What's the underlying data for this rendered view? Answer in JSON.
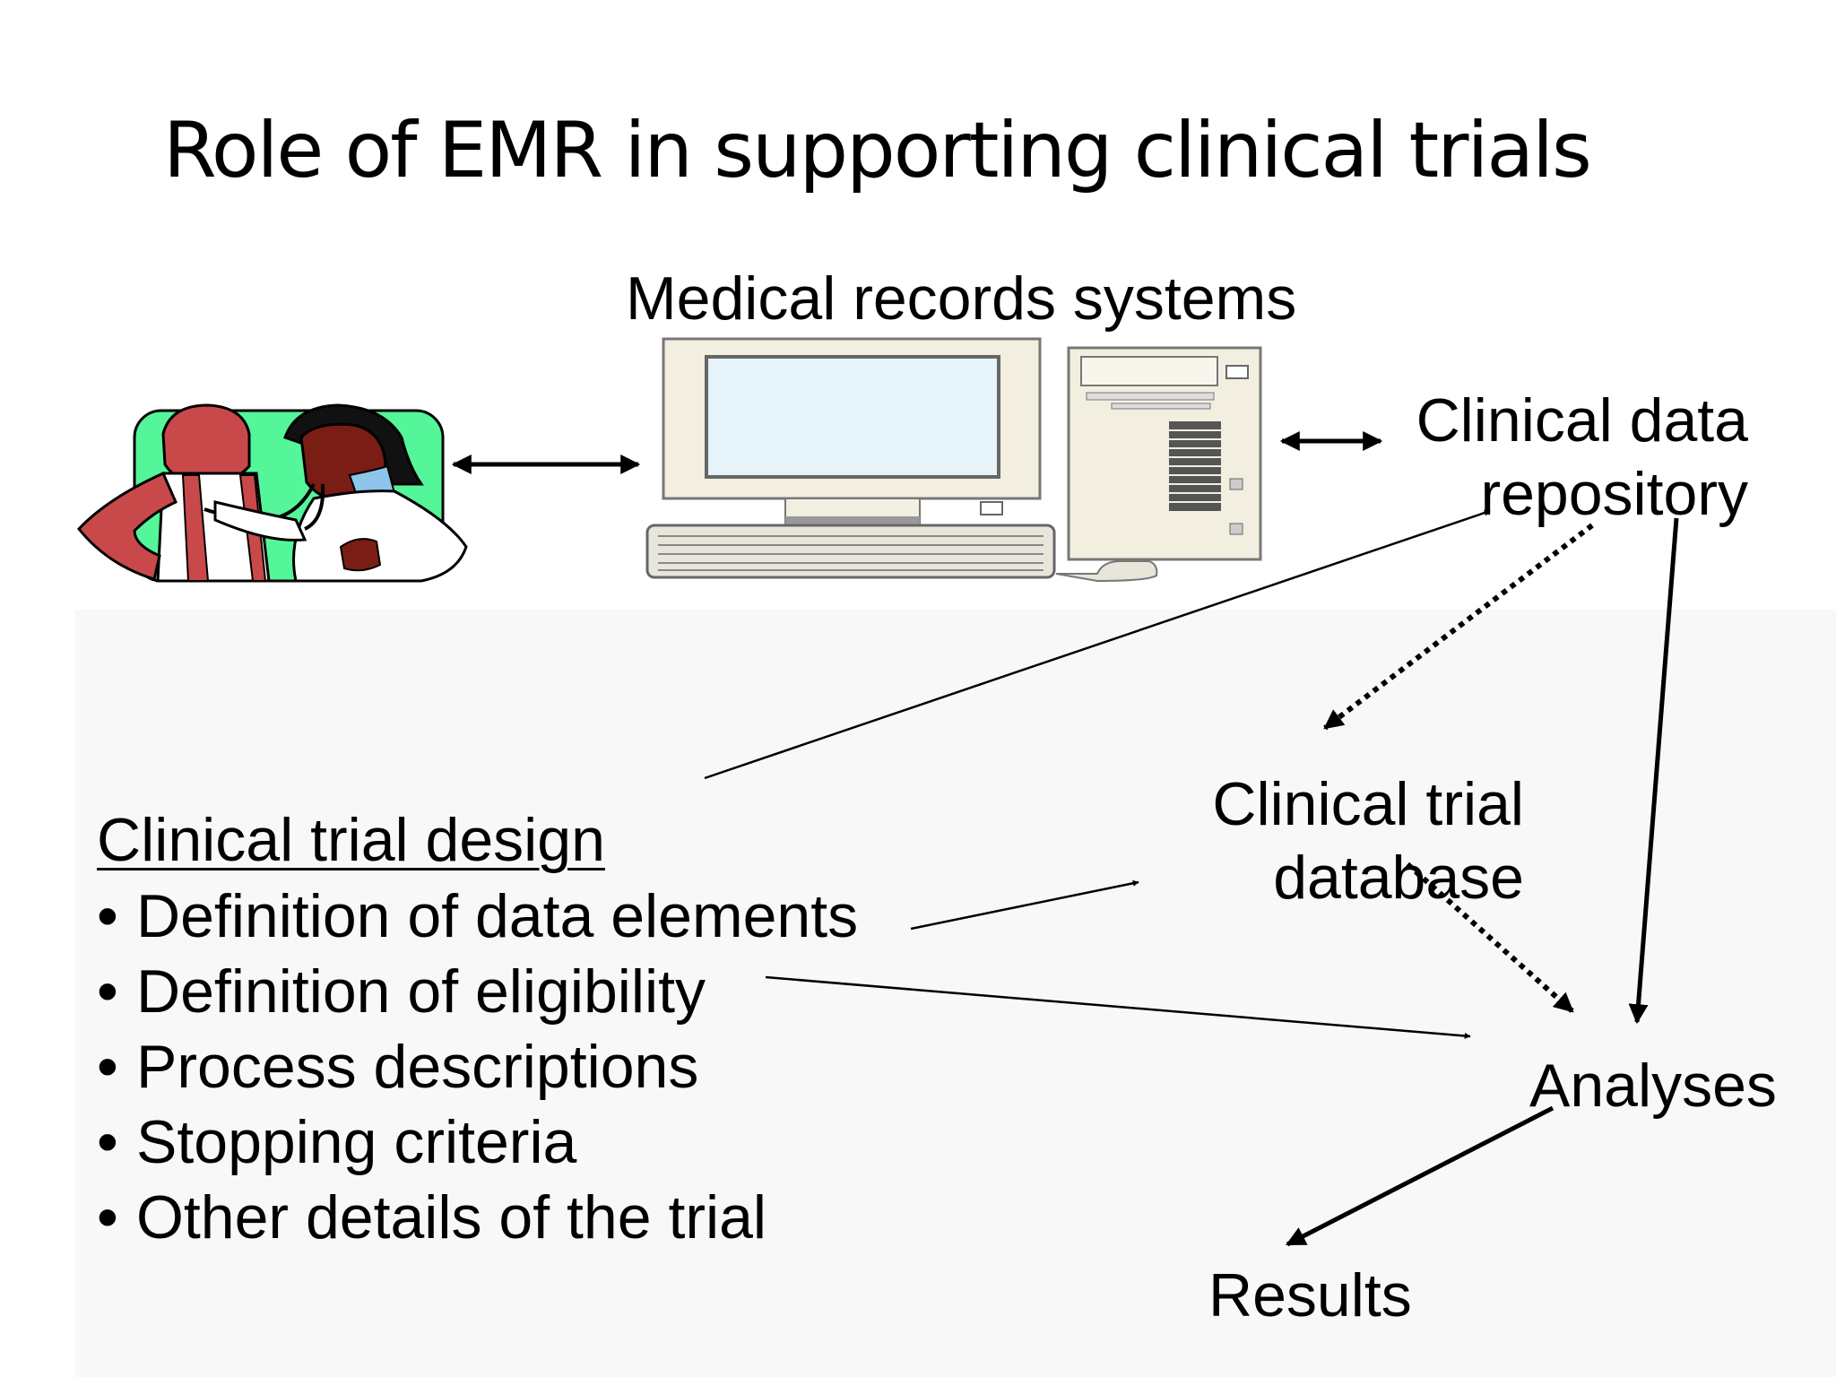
{
  "title": "Role of EMR in supporting clinical trials",
  "nodes": {
    "medical_records": "Medical records systems",
    "repository_line1": "Clinical data",
    "repository_line2": "repository",
    "trial_db_line1": "Clinical trial",
    "trial_db_line2": "database",
    "analyses": "Analyses",
    "results": "Results"
  },
  "design": {
    "heading": "Clinical trial design",
    "items": [
      "Definition of data elements",
      "Definition of eligibility",
      "Process descriptions",
      "Stopping criteria",
      "Other details of the trial"
    ]
  },
  "icons": [
    "doctor-patient-icon",
    "desktop-computer-icon"
  ],
  "colors": {
    "clipart_green": "#55f59a",
    "clipart_red": "#c9494a",
    "clipart_skin": "#7a1d14",
    "computer_beige": "#f2efe1",
    "screen_blue": "#e6f3f8"
  }
}
